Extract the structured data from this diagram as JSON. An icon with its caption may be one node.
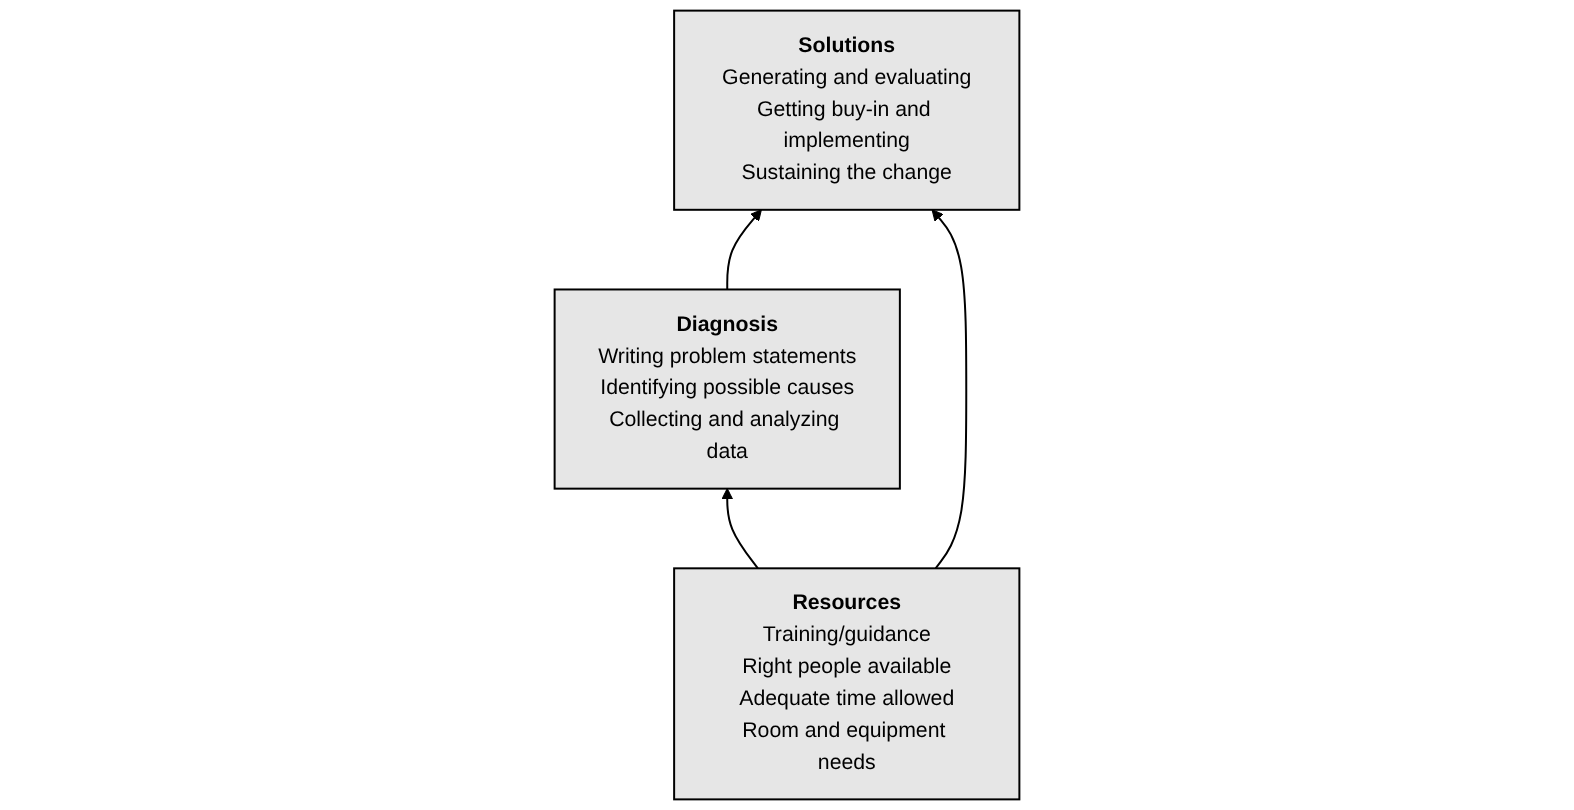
{
  "diagram": {
    "nodes": [
      {
        "text": [
          "Diagnosis",
          "Writing problem statements",
          "Identifying possible causes",
          "Collecting and analyzing data"
        ]
      },
      {
        "text": [
          "Solutions",
          "Generating and evaluating",
          "Getting buy-in and implementing",
          "Sustaining the change"
        ]
      },
      {
        "text": [
          "Resources",
          "Training/guidance",
          "Right people available",
          "Adequate time allowed",
          "Room and equipment needs"
        ]
      }
    ],
    "edges": [
      {
        "from": 0,
        "to": 1,
        "arrow": "to"
      },
      {
        "from": 2,
        "to": 0,
        "arrow": "to"
      },
      {
        "from": 2,
        "to": 1,
        "arrow": "to"
      }
    ]
  }
}
